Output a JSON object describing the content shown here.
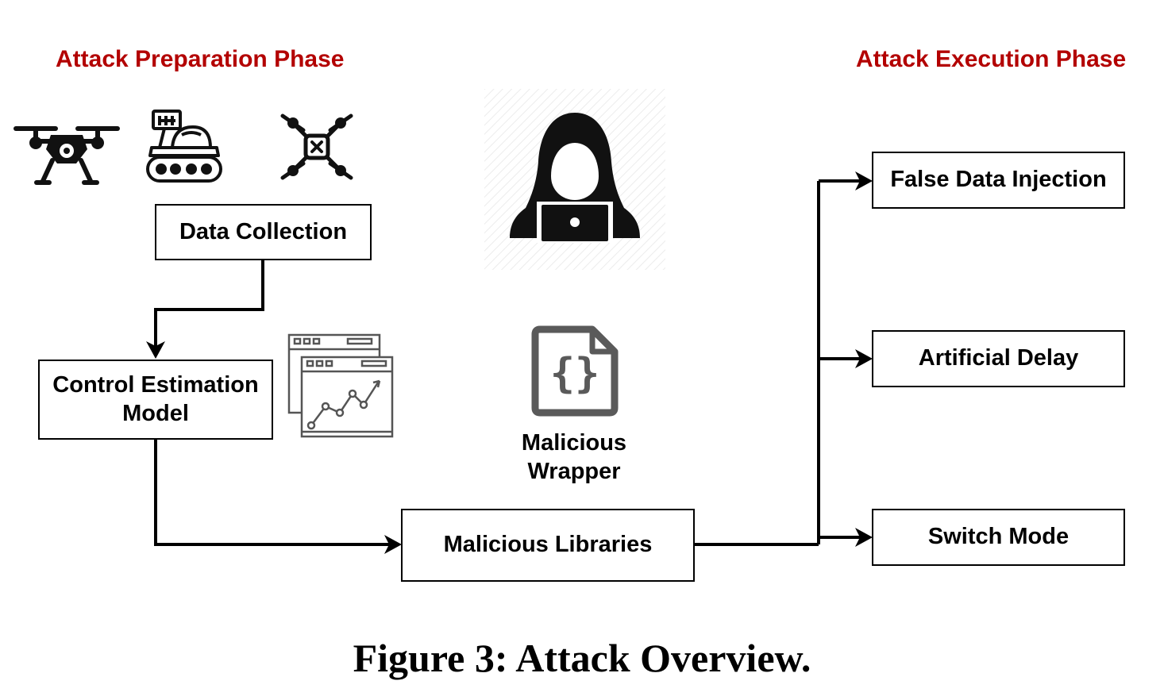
{
  "phases": {
    "preparation": "Attack Preparation Phase",
    "execution": "Attack Execution Phase"
  },
  "nodes": {
    "data_collection": "Data Collection",
    "control_estimation_line1": "Control Estimation",
    "control_estimation_line2": "Model",
    "malicious_libraries": "Malicious Libraries",
    "false_data_injection": "False Data Injection",
    "artificial_delay": "Artificial Delay",
    "switch_mode": "Switch Mode"
  },
  "wrapper": {
    "line1": "Malicious",
    "line2": "Wrapper"
  },
  "icons": [
    "drone-icon",
    "rover-icon",
    "quadcopter-icon",
    "hacker-icon",
    "code-file-icon",
    "analytics-chart-icon"
  ],
  "colors": {
    "phase_title": "#b30000",
    "line": "#000000",
    "code_file": "#5a5a5a"
  },
  "caption": "Figure 3: Attack Overview."
}
